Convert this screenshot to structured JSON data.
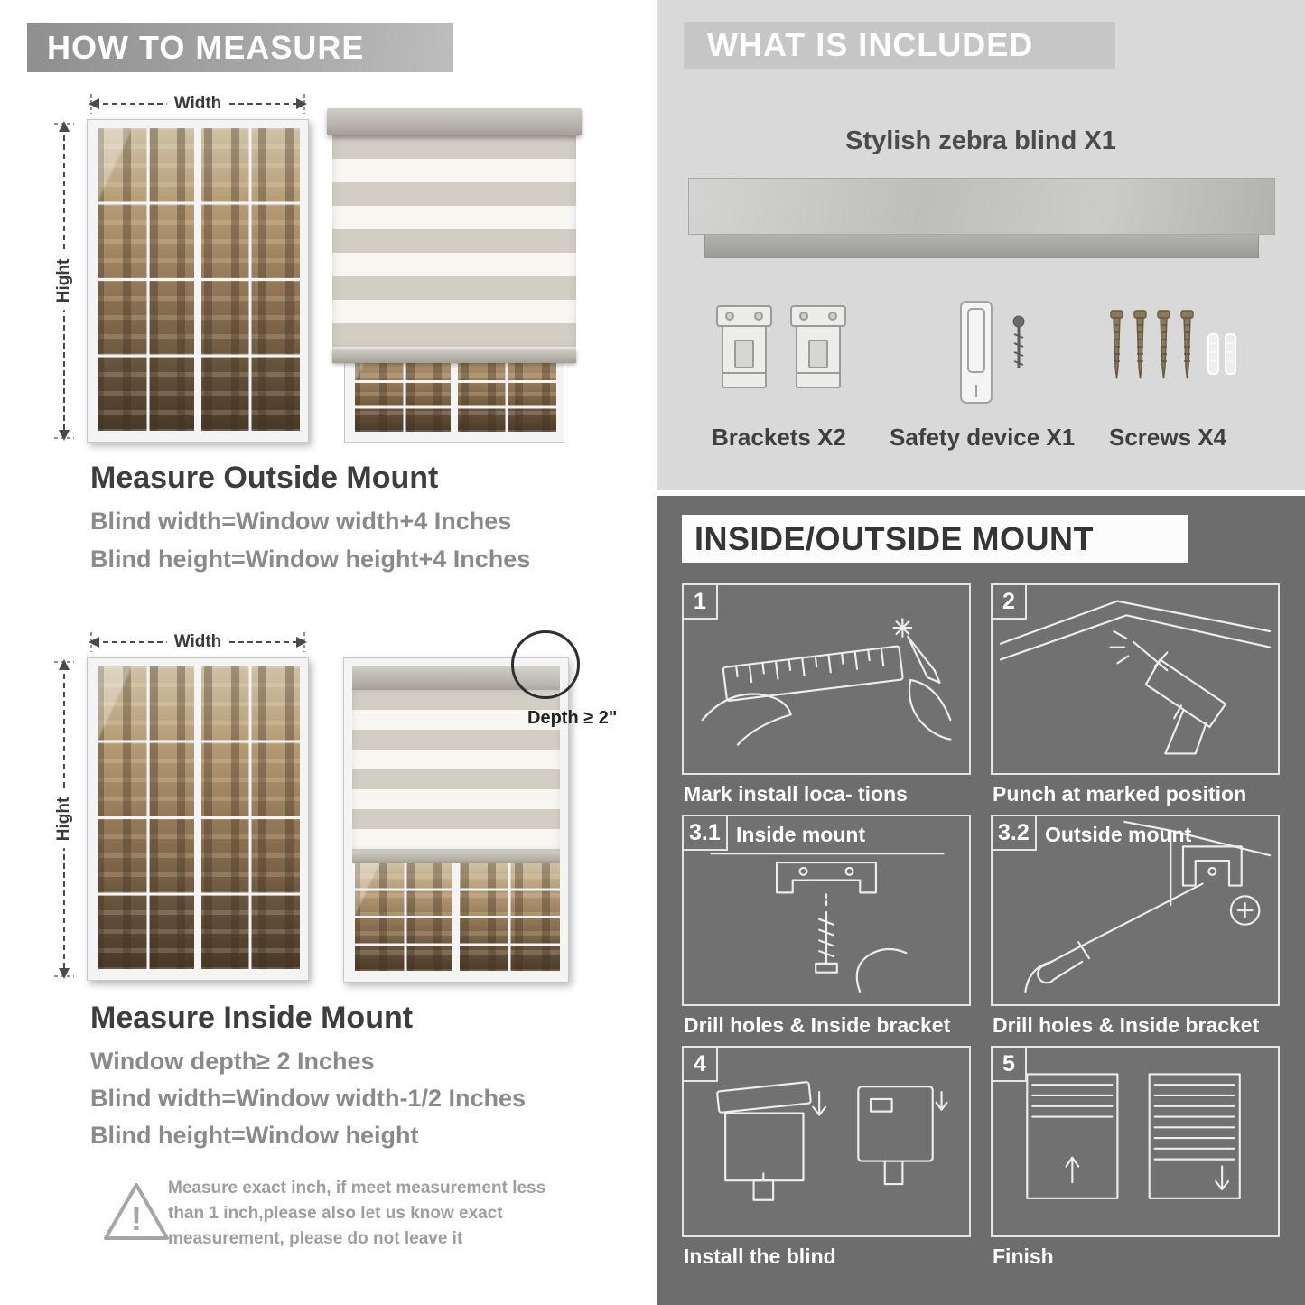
{
  "left": {
    "header": "HOW TO MEASURE",
    "outside": {
      "width_label": "Width",
      "height_label": "Hight",
      "heading": "Measure Outside Mount",
      "line1": "Blind width=Window width+4 Inches",
      "line2": "Blind height=Window height+4 Inches"
    },
    "inside": {
      "width_label": "Width",
      "height_label": "Hight",
      "depth_label": "Depth ≥ 2\"",
      "heading": "Measure Inside Mount",
      "line1": "Window depth≥ 2 Inches",
      "line2": "Blind width=Window width-1/2 Inches",
      "line3": "Blind height=Window height"
    },
    "warning": {
      "mark": "!",
      "line1": "Measure exact inch, if meet measurement less",
      "line2": "than 1 inch,please also let us know exact",
      "line3": "measurement, please do not leave it"
    }
  },
  "right": {
    "included": {
      "header": "WHAT IS INCLUDED",
      "blind_label": "Stylish zebra blind X1",
      "items": [
        {
          "label": "Brackets X2"
        },
        {
          "label": "Safety device X1"
        },
        {
          "label": "Screws X4"
        }
      ]
    },
    "mount": {
      "header": "INSIDE/OUTSIDE MOUNT",
      "steps": [
        {
          "num": "1",
          "title": "",
          "caption": "Mark install loca- tions"
        },
        {
          "num": "2",
          "title": "",
          "caption": "Punch at marked position"
        },
        {
          "num": "3.1",
          "title": "Inside mount",
          "caption": "Drill holes & Inside bracket"
        },
        {
          "num": "3.2",
          "title": "Outside mount",
          "caption": "Drill holes & Inside bracket"
        },
        {
          "num": "4",
          "title": "",
          "caption": "Install the blind"
        },
        {
          "num": "5",
          "title": "",
          "caption": "Finish"
        }
      ]
    }
  },
  "colors": {
    "left_banner_gray": "#9a9a9a",
    "light_panel_gray": "#d9d9d9",
    "included_banner_gray": "#c6c6c6",
    "dark_panel_gray": "#6d6d6d",
    "heading_dark": "#3d3d3d",
    "formula_gray": "#8a8a8a",
    "white": "#ffffff"
  }
}
